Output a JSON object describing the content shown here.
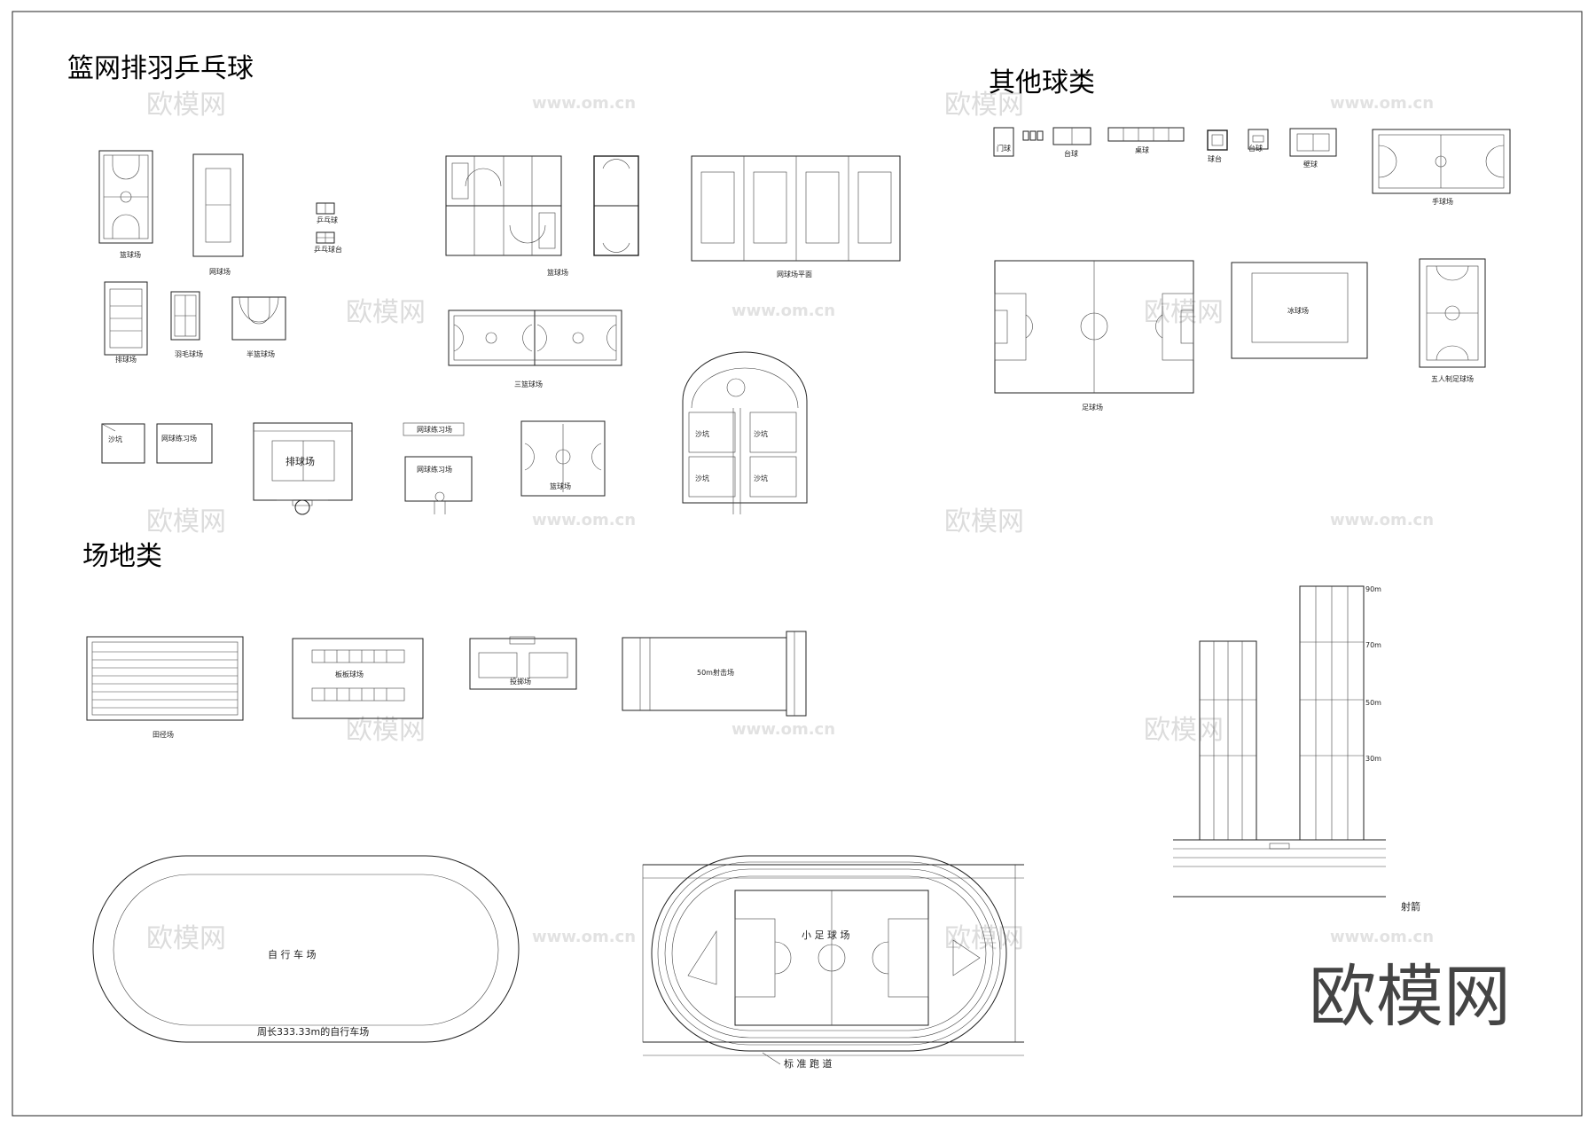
{
  "sections": {
    "ball_courts": "篮网排羽乒乓球",
    "other_balls": "其他球类",
    "venues": "场地类"
  },
  "labels": {
    "basketball": "篮球场",
    "tennis": "网球场",
    "tt1": "乒乓球",
    "tt2": "乒乓球台",
    "basketball_multi": "篮球场",
    "tennis_multi": "网球场平面",
    "volleyball": "排球场",
    "badminton": "羽毛球场",
    "half_basketball": "半篮球场",
    "triple_basketball": "三篮球场",
    "sand_box": "沙坑",
    "tennis_practice_a": "网球练习场",
    "volleyball_mid": "排球场",
    "tennis_practice_b": "网球练习场",
    "basketball_mid": "篮球场",
    "sand_a": "沙坑",
    "sand_b": "沙坑",
    "sand_c": "沙坑",
    "sand_d": "沙坑",
    "small_items": [
      "门球",
      "台球",
      "桌球",
      "球台",
      "台球",
      "壁球"
    ],
    "handball": "手球场",
    "football": "足球场",
    "ice_court": "冰球场",
    "futsal": "五人制足球场",
    "track_field": "田径场",
    "parking": "板板球场",
    "throw_field": "投掷场",
    "hundred_m": "50m射击场",
    "cycling_inner": "自 行 车 场",
    "cycling_caption": "周长333.33m的自行车场",
    "mini_football": "小 足 球 场",
    "standard_track": "标 准 跑 道",
    "archery": "射箭",
    "archery_dist": [
      "30m",
      "50m",
      "70m",
      "90m"
    ]
  },
  "watermark": {
    "brand": "欧模网",
    "url": "www.om.cn"
  }
}
